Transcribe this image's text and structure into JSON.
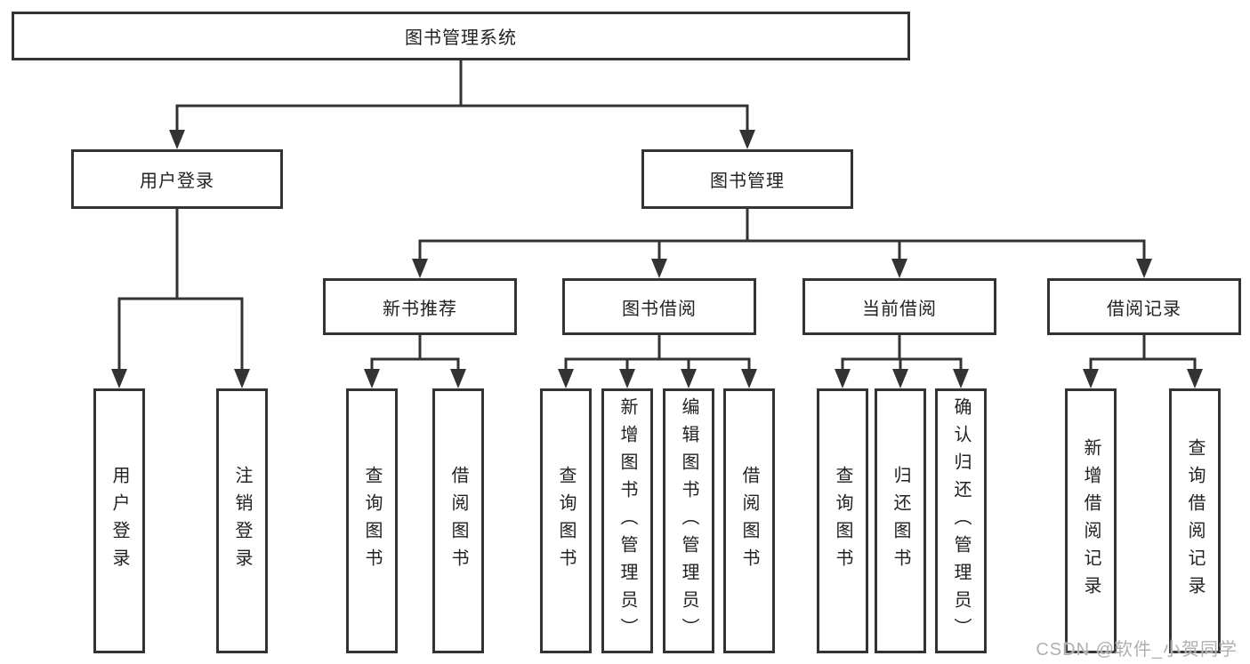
{
  "tree": {
    "root": {
      "label": "图书管理系统"
    },
    "children": [
      {
        "label": "用户登录",
        "children": [
          {
            "label": "用户登录"
          },
          {
            "label": "注销登录"
          }
        ]
      },
      {
        "label": "图书管理",
        "children": [
          {
            "label": "新书推荐",
            "children": [
              {
                "label": "查询图书"
              },
              {
                "label": "借阅图书"
              }
            ]
          },
          {
            "label": "图书借阅",
            "children": [
              {
                "label": "查询图书"
              },
              {
                "label": "新增图书（管理员）"
              },
              {
                "label": "编辑图书（管理员）"
              },
              {
                "label": "借阅图书"
              }
            ]
          },
          {
            "label": "当前借阅",
            "children": [
              {
                "label": "查询图书"
              },
              {
                "label": "归还图书"
              },
              {
                "label": "确认归还（管理员）"
              }
            ]
          },
          {
            "label": "借阅记录",
            "children": [
              {
                "label": "新增借阅记录"
              },
              {
                "label": "查询借阅记录"
              }
            ]
          }
        ]
      }
    ]
  },
  "watermark": {
    "text": "CSDN @软件_小贺同学"
  },
  "colors": {
    "line": "#333333",
    "box_border": "#333333",
    "text": "#222222",
    "background": "#ffffff",
    "watermark": "#b0b0b0"
  }
}
